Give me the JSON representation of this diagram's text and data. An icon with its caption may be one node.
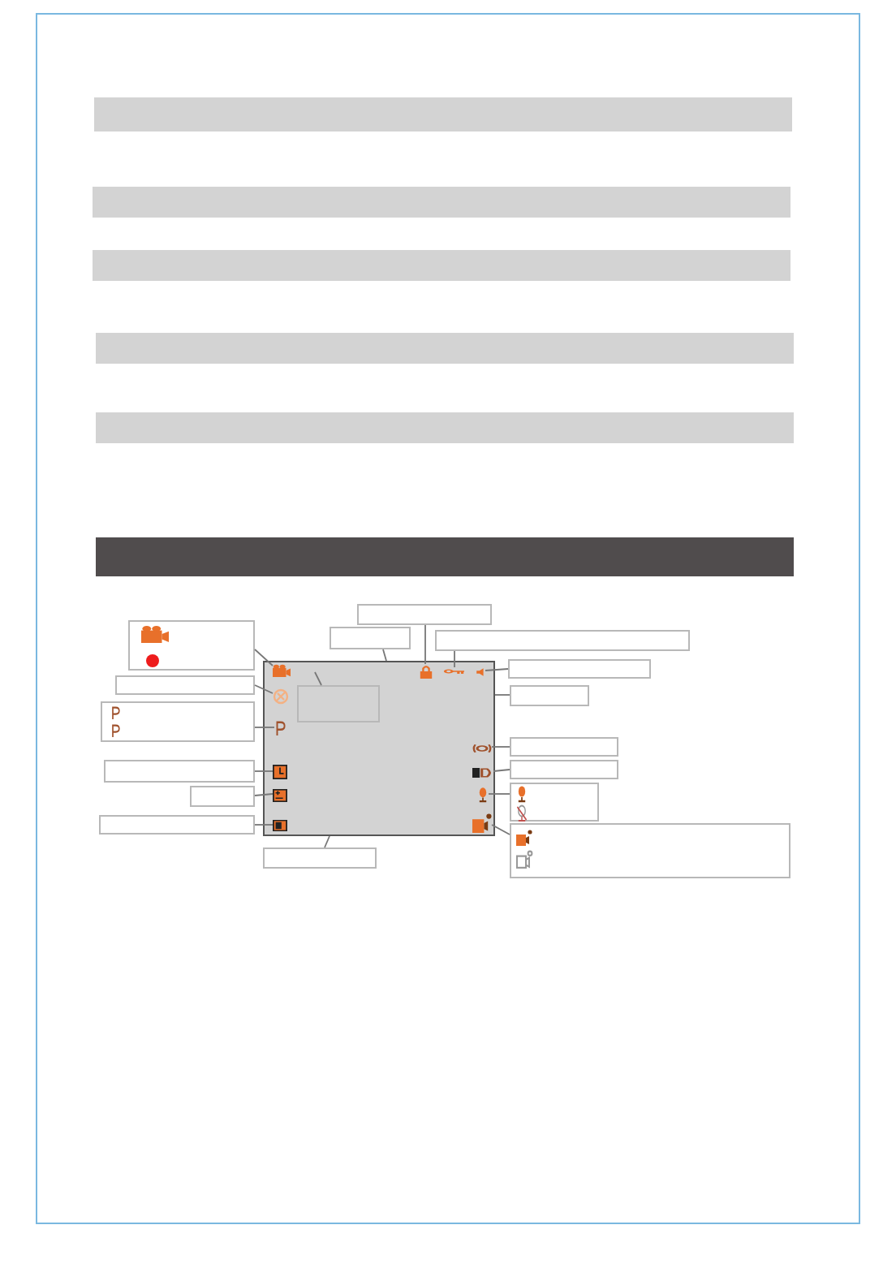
{
  "diagram": {
    "nodes": [
      {
        "text": [],
        "shape": "bar"
      },
      {
        "text": [],
        "shape": "bar"
      },
      {
        "text": [],
        "shape": "bar"
      },
      {
        "text": [],
        "shape": "bar"
      },
      {
        "text": [],
        "shape": "bar"
      },
      {
        "text": [],
        "shape": "bar"
      },
      {
        "text": [],
        "shape": "box"
      },
      {
        "text": [],
        "shape": "box",
        "in": 6
      },
      {
        "text": [],
        "shape": "camera",
        "in": 6
      },
      {
        "text": [],
        "shape": "satellite",
        "in": 6
      },
      {
        "text": [],
        "shape": "parking",
        "in": 6
      },
      {
        "text": [],
        "shape": "clock",
        "in": 6
      },
      {
        "text": [],
        "shape": "exposure",
        "in": 6
      },
      {
        "text": [],
        "shape": "card",
        "in": 6
      },
      {
        "text": [],
        "shape": "lock",
        "in": 6
      },
      {
        "text": [],
        "shape": "key",
        "in": 6
      },
      {
        "text": [],
        "shape": "speaker",
        "in": 6
      },
      {
        "text": [],
        "shape": "signal",
        "in": 6
      },
      {
        "text": [],
        "shape": "hdr",
        "in": 6
      },
      {
        "text": [],
        "shape": "microphone",
        "in": 6
      },
      {
        "text": [],
        "shape": "camcorder",
        "in": 6
      },
      {
        "text": [],
        "shape": "box"
      },
      {
        "text": [],
        "shape": "camera",
        "in": 21
      },
      {
        "text": [],
        "shape": "circle",
        "in": 21
      },
      {
        "text": [],
        "shape": "box"
      },
      {
        "text": [],
        "shape": "box"
      },
      {
        "text": [],
        "shape": "parking",
        "in": 25
      },
      {
        "text": [],
        "shape": "parking",
        "in": 25
      },
      {
        "text": [],
        "shape": "box"
      },
      {
        "text": [],
        "shape": "box"
      },
      {
        "text": [],
        "shape": "box"
      },
      {
        "text": [],
        "shape": "box"
      },
      {
        "text": [],
        "shape": "box"
      },
      {
        "text": [],
        "shape": "box"
      },
      {
        "text": [],
        "shape": "box"
      },
      {
        "text": [],
        "shape": "box"
      },
      {
        "text": [],
        "shape": "box"
      },
      {
        "text": [],
        "shape": "box"
      },
      {
        "text": [],
        "shape": "box"
      },
      {
        "text": [],
        "shape": "box"
      },
      {
        "text": [],
        "shape": "microphone",
        "in": 39
      },
      {
        "text": [],
        "shape": "muted-microphone",
        "in": 39
      },
      {
        "text": [],
        "shape": "box"
      },
      {
        "text": [],
        "shape": "camcorder",
        "in": 42
      },
      {
        "text": [],
        "shape": "muted-camcorder",
        "in": 42
      }
    ],
    "edges": [
      {
        "from": 21,
        "to": 8,
        "arrow": "none"
      },
      {
        "from": 24,
        "to": 9,
        "arrow": "none"
      },
      {
        "from": 25,
        "to": 10,
        "arrow": "none"
      },
      {
        "from": 28,
        "to": 11,
        "arrow": "none"
      },
      {
        "from": 29,
        "to": 12,
        "arrow": "none"
      },
      {
        "from": 30,
        "to": 13,
        "arrow": "none"
      },
      {
        "from": 31,
        "to": 6,
        "arrow": "none"
      },
      {
        "from": 32,
        "to": 6,
        "arrow": "none"
      },
      {
        "from": 33,
        "to": 14,
        "arrow": "none"
      },
      {
        "from": 34,
        "to": 15,
        "arrow": "none"
      },
      {
        "from": 35,
        "to": 16,
        "arrow": "none"
      },
      {
        "from": 36,
        "to": 6,
        "arrow": "none"
      },
      {
        "from": 37,
        "to": 17,
        "arrow": "none"
      },
      {
        "from": 38,
        "to": 18,
        "arrow": "none"
      },
      {
        "from": 39,
        "to": 19,
        "arrow": "none"
      },
      {
        "from": 42,
        "to": 20,
        "arrow": "none"
      },
      {
        "from": 7,
        "to": null,
        "arrow": "none"
      }
    ]
  }
}
